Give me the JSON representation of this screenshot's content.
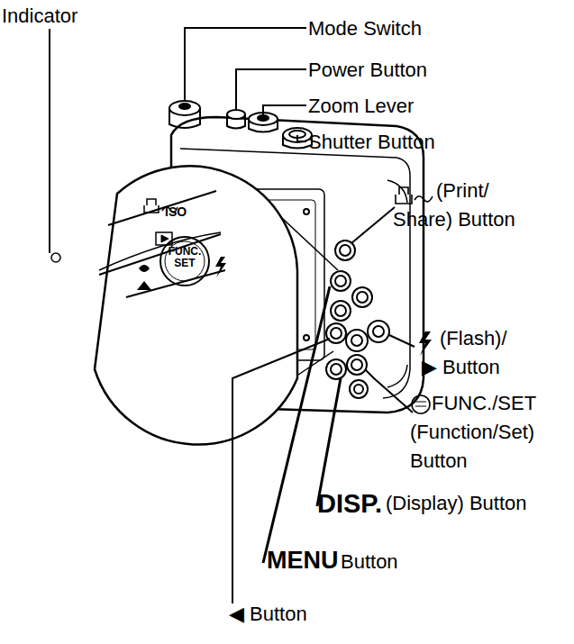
{
  "diagram": {
    "labels": [
      "Indicator",
      "Mode Switch",
      "Power Button",
      "Zoom Lever",
      "Shutter Button",
      "(Print/ Share) Button",
      "(Flash)/ ▶ Button",
      "FUNC./SET (Function/Set) Button",
      "DISP.",
      "(Display) Button",
      "MENU",
      "Button",
      "◀ Button",
      "ISO",
      "FUNC. SET"
    ]
  }
}
